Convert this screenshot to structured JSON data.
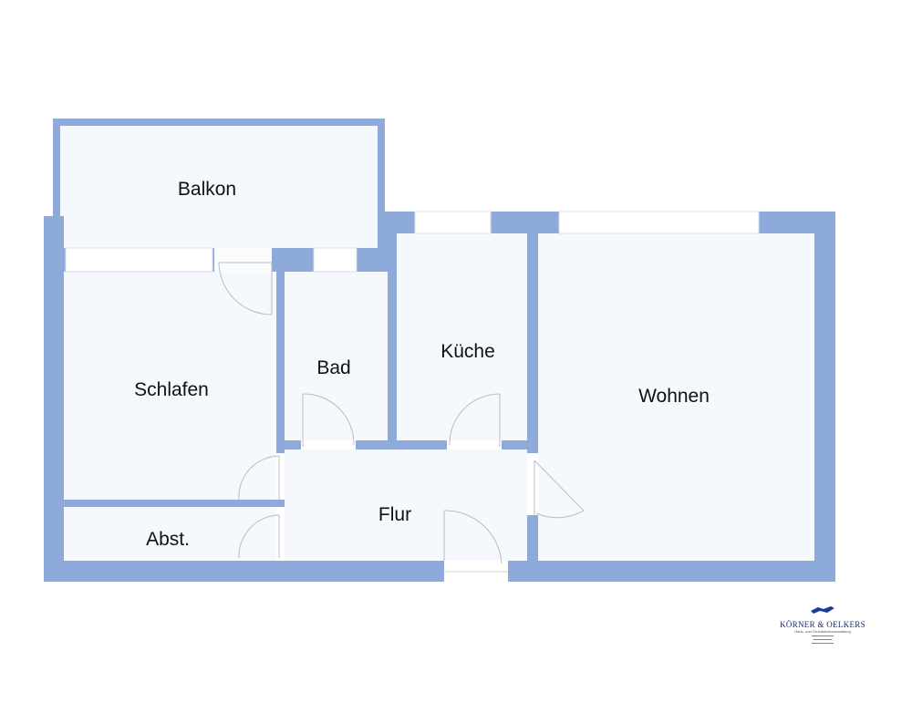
{
  "rooms": {
    "balkon": "Balkon",
    "schlafen": "Schlafen",
    "bad": "Bad",
    "kueche": "Küche",
    "wohnen": "Wohnen",
    "flur": "Flur",
    "abst": "Abst."
  },
  "logo": {
    "brand": "KÖRNER & OELKERS",
    "tagline": "Haus- und Grundstücksverwaltung"
  },
  "colors": {
    "wall": "#8eaadb",
    "floor": "#f5f8fc"
  }
}
